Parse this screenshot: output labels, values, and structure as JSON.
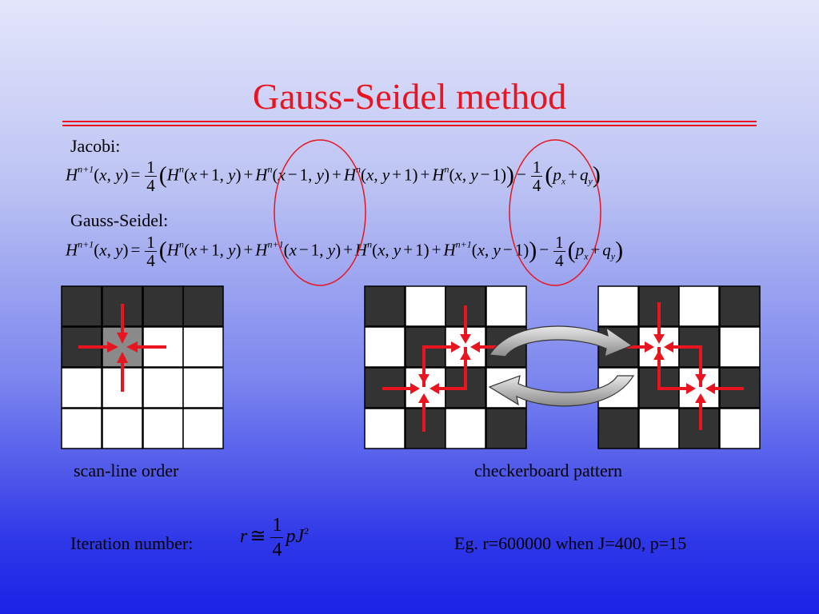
{
  "title": "Gauss-Seidel method",
  "jacobi_label": "Jacobi:",
  "gauss_seidel_label": "Gauss-Seidel:",
  "scan_line_label": "scan-line order",
  "checkerboard_label": "checkerboard pattern",
  "iteration_label": "Iteration number:",
  "example_text": "Eg. r=600000 when J=400, p=15",
  "colors": {
    "title": "#e8141f",
    "arrow": "#e8141f",
    "dark_cell": "#333333",
    "highlight_cell": "#8a8a8a"
  }
}
